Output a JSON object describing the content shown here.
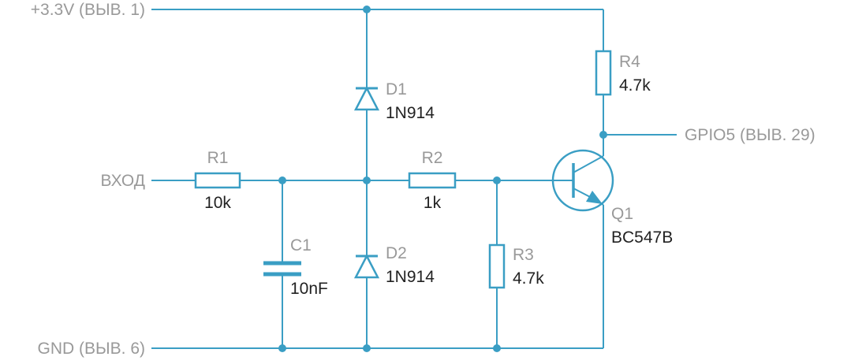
{
  "colors": {
    "wire": "#3a9ec4",
    "label": "#999999",
    "value": "#222222"
  },
  "nets": {
    "vcc": "+3.3V (ВЫВ. 1)",
    "gnd": "GND (ВЫВ. 6)",
    "input": "ВХОД",
    "output": "GPIO5 (ВЫВ. 29)"
  },
  "components": {
    "r1": {
      "ref": "R1",
      "value": "10k"
    },
    "r2": {
      "ref": "R2",
      "value": "1k"
    },
    "r3": {
      "ref": "R3",
      "value": "4.7k"
    },
    "r4": {
      "ref": "R4",
      "value": "4.7k"
    },
    "c1": {
      "ref": "C1",
      "value": "10nF"
    },
    "d1": {
      "ref": "D1",
      "value": "1N914"
    },
    "d2": {
      "ref": "D2",
      "value": "1N914"
    },
    "q1": {
      "ref": "Q1",
      "value": "BC547B"
    }
  }
}
